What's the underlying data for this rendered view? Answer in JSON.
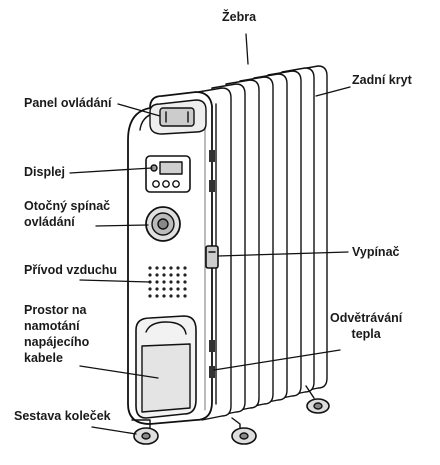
{
  "labels": {
    "zebra": "Žebra",
    "zadni_kryt": "Zadní kryt",
    "panel_ovladani": "Panel ovládání",
    "displej": "Displej",
    "otocny_1": "Otočný spínač",
    "otocny_2": "ovládání",
    "vypinac": "Vypínač",
    "privod_vzduchu": "Přívod vzduchu",
    "prostor_1": "Prostor na",
    "prostor_2": "namotání",
    "prostor_3": "napájecího",
    "prostor_4": "kabele",
    "odvetravani_1": "Odvětrávání",
    "odvetravani_2": "tepla",
    "sestava_kolecek": "Sestava koleček"
  },
  "colors": {
    "line": "#111111",
    "fill": "#ffffff",
    "shade": "#d9d9d9",
    "dark": "#555555"
  }
}
